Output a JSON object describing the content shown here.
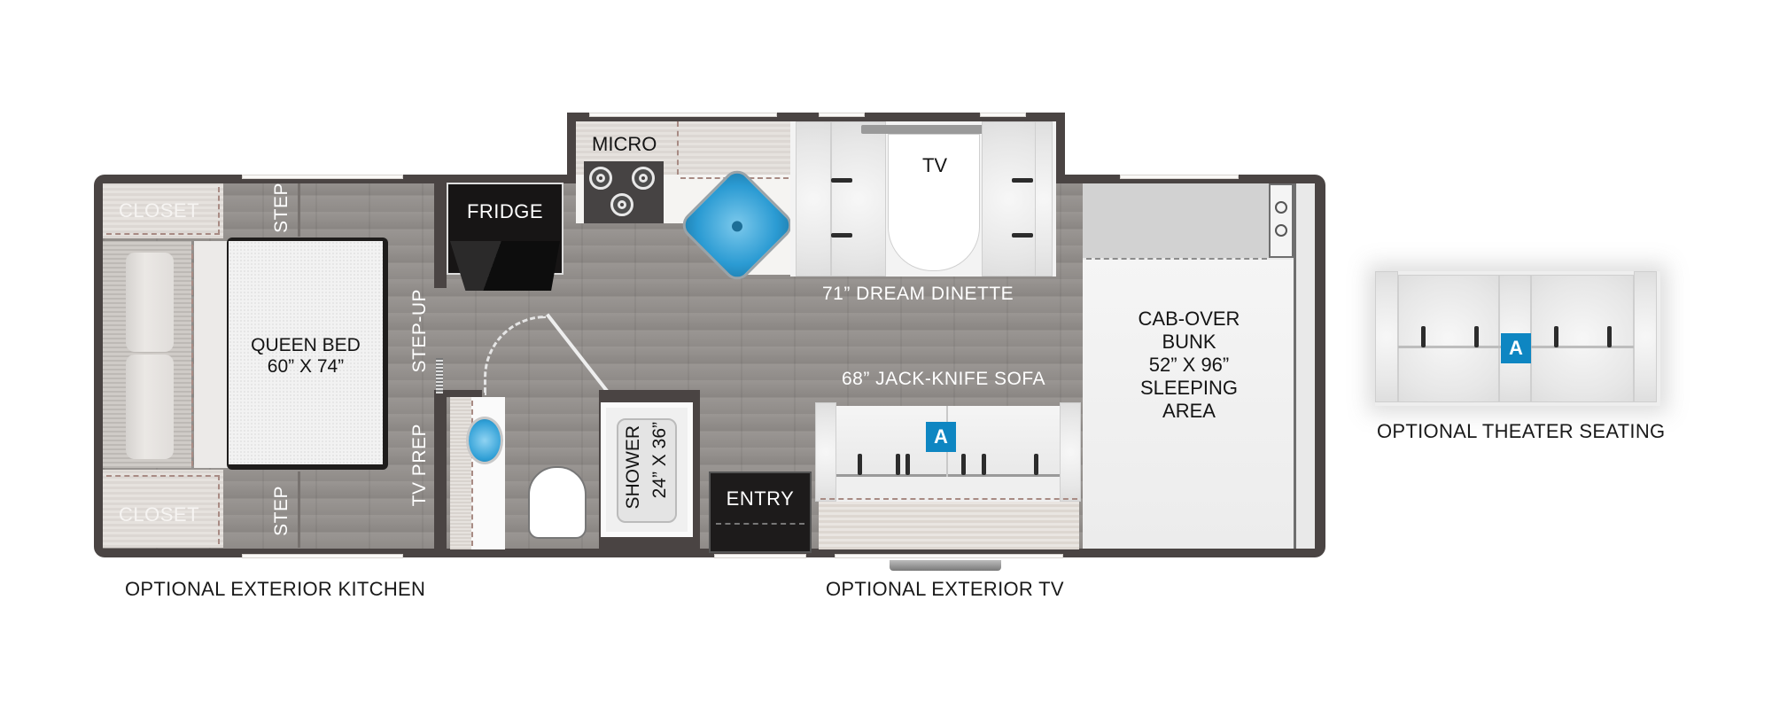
{
  "floorplan": {
    "rooms": {
      "closet_top": "CLOSET",
      "closet_bottom": "CLOSET",
      "step_top": "STEP",
      "step_bottom": "STEP",
      "queen_bed_line1": "QUEEN BED",
      "queen_bed_line2": "60” X 74”",
      "step_up": "STEP-UP",
      "tv_prep": "TV PREP",
      "fridge": "FRIDGE",
      "micro": "MICRO",
      "tv": "TV",
      "dinette": "71” DREAM DINETTE",
      "sofa": "68” JACK-KNIFE SOFA",
      "shower_line1": "SHOWER",
      "shower_line2": "24” X 36”",
      "entry": "ENTRY",
      "cabover_line1": "CAB-OVER",
      "cabover_line2": "BUNK",
      "cabover_line3": "52” X 96”",
      "cabover_line4": "SLEEPING",
      "cabover_line5": "AREA"
    },
    "badges": {
      "sofa_badge": "A",
      "theater_badge": "A"
    },
    "captions": {
      "exterior_kitchen": "OPTIONAL EXTERIOR KITCHEN",
      "exterior_tv": "OPTIONAL EXTERIOR TV",
      "theater_seating": "OPTIONAL THEATER SEATING"
    },
    "colors": {
      "wall": "#4a4443",
      "badge": "#0e86c2",
      "sink_water": "#3fa9dc"
    }
  }
}
